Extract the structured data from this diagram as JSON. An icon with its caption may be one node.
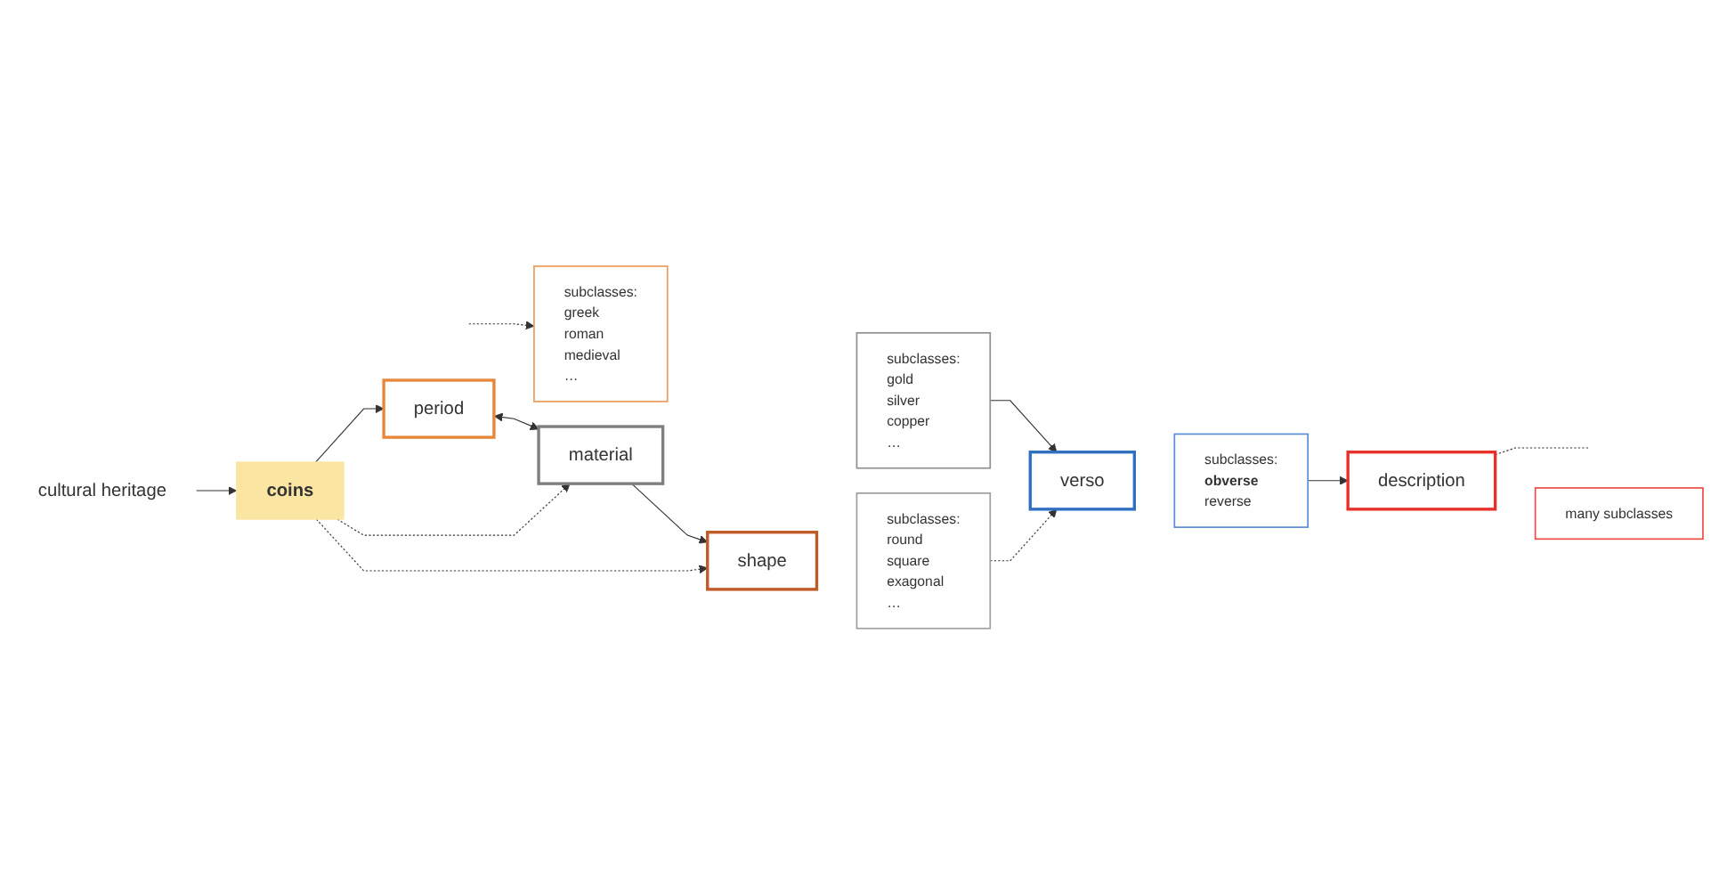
{
  "diagram": {
    "nodes": [
      {
        "text": [
          "cultural heritage"
        ]
      },
      {
        "text": [
          "coins"
        ]
      },
      {
        "text": [
          "period"
        ]
      },
      {
        "text": [
          "subclasses:",
          "greek",
          "roman",
          "medieval",
          "…"
        ]
      },
      {
        "text": [
          "material"
        ]
      },
      {
        "text": [
          "subclasses:",
          "gold",
          "silver",
          "copper",
          "…"
        ]
      },
      {
        "text": [
          "shape"
        ]
      },
      {
        "text": [
          "subclasses:",
          "round",
          "square",
          "exagonal",
          "…"
        ]
      },
      {
        "text": [
          "verso"
        ]
      },
      {
        "text": [
          "subclasses:",
          "obverse",
          "reverse"
        ]
      },
      {
        "text": [
          "description"
        ]
      },
      {
        "text": [
          "many subclasses"
        ]
      }
    ],
    "edges": [
      {
        "from": 0,
        "to": 1,
        "arrow": "to"
      },
      {
        "from": 1,
        "to": 2,
        "arrow": "to"
      },
      {
        "from": 2,
        "to": 4,
        "arrow": "both"
      },
      {
        "from": 4,
        "to": 6,
        "arrow": "to"
      },
      {
        "from": 1,
        "to": 4,
        "arrow": "to",
        "style": "dashed"
      },
      {
        "from": 1,
        "to": 6,
        "arrow": "to",
        "style": "dashed"
      },
      {
        "from": 5,
        "to": 8,
        "arrow": "to"
      },
      {
        "from": 7,
        "to": 8,
        "arrow": "to",
        "style": "dashed"
      },
      {
        "from": 9,
        "to": 10,
        "arrow": "to"
      },
      {
        "from": null,
        "to": 3,
        "arrow": "to",
        "style": "dashed"
      },
      {
        "from": 10,
        "to": null,
        "arrow": "none",
        "style": "dashed"
      }
    ]
  }
}
